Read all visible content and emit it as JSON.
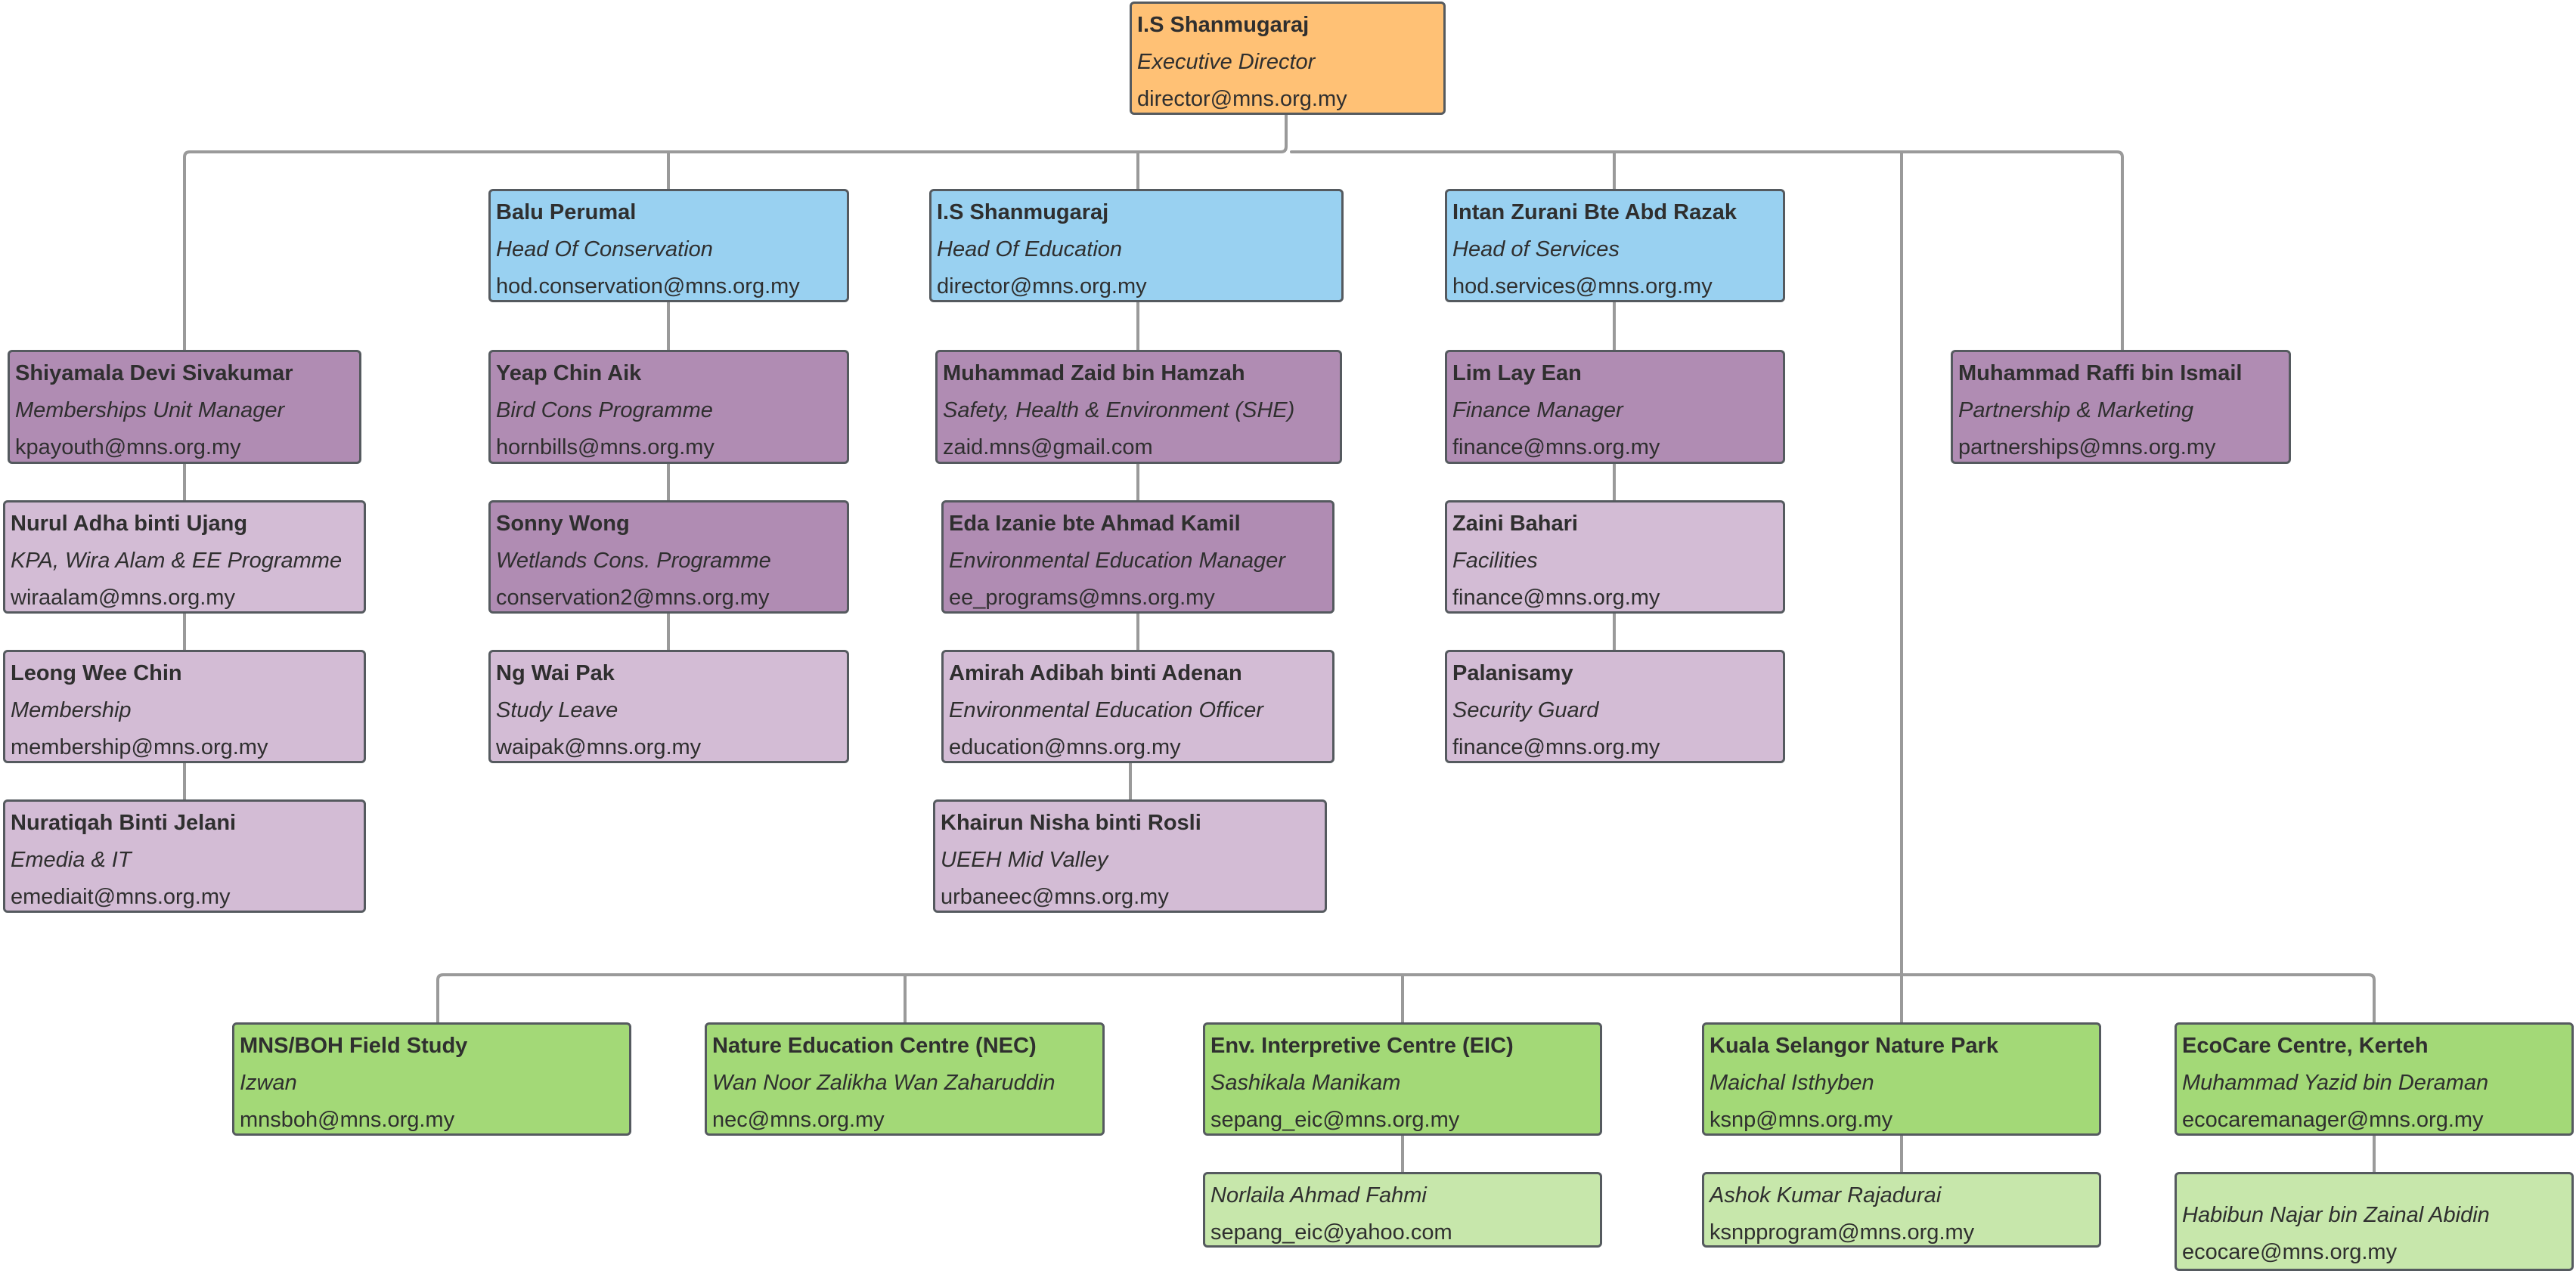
{
  "director": {
    "name": "I.S Shanmugaraj",
    "role": "Executive Director",
    "email": "director@mns.org.my"
  },
  "heads": {
    "conservation": {
      "name": "Balu Perumal",
      "role": "Head Of Conservation",
      "email": "hod.conservation@mns.org.my"
    },
    "education": {
      "name": "I.S Shanmugaraj",
      "role": "Head Of Education",
      "email": "director@mns.org.my"
    },
    "services": {
      "name": "Intan Zurani Bte Abd Razak",
      "role": "Head of Services",
      "email": "hod.services@mns.org.my"
    }
  },
  "membership_unit": [
    {
      "name": "Shiyamala Devi Sivakumar",
      "role": "Memberships Unit Manager",
      "email": "kpayouth@mns.org.my"
    },
    {
      "name": "Nurul Adha binti Ujang",
      "role": "KPA, Wira Alam  & EE Programme",
      "email": "wiraalam@mns.org.my"
    },
    {
      "name": " Leong Wee Chin",
      "role": "Membership",
      "email": "membership@mns.org.my"
    },
    {
      "name": "Nuratiqah Binti Jelani",
      "role": "Emedia & IT",
      "email": "emediait@mns.org.my"
    }
  ],
  "conservation_staff": [
    {
      "name": "Yeap Chin Aik",
      "role": "Bird Cons Programme",
      "email": "hornbills@mns.org.my"
    },
    {
      "name": "Sonny Wong",
      "role": "Wetlands Cons. Programme",
      "email": "conservation2@mns.org.my"
    },
    {
      "name": "Ng Wai Pak",
      "role": "Study Leave",
      "email": "waipak@mns.org.my"
    }
  ],
  "education_staff": [
    {
      "name": "Muhammad Zaid bin Hamzah",
      "role": "Safety, Health & Environment (SHE)",
      "email": "zaid.mns@gmail.com"
    },
    {
      "name": "Eda Izanie bte Ahmad Kamil",
      "role": "Environmental Education Manager",
      "email": "ee_programs@mns.org.my"
    },
    {
      "name": "Amirah Adibah binti Adenan",
      "role": "Environmental Education Officer",
      "email": "education@mns.org.my"
    },
    {
      "name": "Khairun Nisha binti Rosli",
      "role": "UEEH Mid Valley",
      "email": "urbaneec@mns.org.my"
    }
  ],
  "services_staff": [
    {
      "name": "Lim Lay Ean",
      "role": "Finance Manager",
      "email": "finance@mns.org.my"
    },
    {
      "name": "Zaini Bahari",
      "role": " Facilities",
      "email": "finance@mns.org.my"
    },
    {
      "name": "Palanisamy",
      "role": "Security Guard",
      "email": "finance@mns.org.my"
    }
  ],
  "partnership": {
    "name": "Muhammad Raffi bin Ismail",
    "role": "Partnership & Marketing",
    "email": "partnerships@mns.org.my"
  },
  "centres": [
    {
      "name": "MNS/BOH Field Study",
      "role": "Izwan",
      "email": "mnsboh@mns.org.my"
    },
    {
      "name": "Nature Education Centre (NEC)",
      "role": "Wan Noor Zalikha  Wan Zaharuddin",
      "email": "nec@mns.org.my"
    },
    {
      "name": "Env. Interpretive Centre (EIC)",
      "role": "Sashikala Manikam",
      "email": "sepang_eic@mns.org.my"
    },
    {
      "name": "Kuala Selangor Nature Park",
      "role": "Maichal Isthyben",
      "email": "ksnp@mns.org.my"
    },
    {
      "name": "EcoCare Centre, Kerteh",
      "role": "Muhammad Yazid bin Deraman",
      "email": "ecocaremanager@mns.org.my"
    }
  ],
  "centre_staff": {
    "eic": {
      "role": "Norlaila Ahmad Fahmi",
      "email": "sepang_eic@yahoo.com"
    },
    "ksnp": {
      "role": "Ashok Kumar Rajadurai",
      "email": "ksnpprogram@mns.org.my"
    },
    "ecocare": {
      "role": "Habibun Najar bin Zainal Abidin",
      "email": "ecocare@mns.org.my"
    }
  },
  "colors": {
    "director": "#ffc175",
    "head": "#99d1f1",
    "manager": "#b08cb3",
    "staff": "#d3bcd5",
    "centre": "#a3d977",
    "centre_staff": "#c7e7ab",
    "connector": "#9a9a9a",
    "border": "#555a5f"
  }
}
